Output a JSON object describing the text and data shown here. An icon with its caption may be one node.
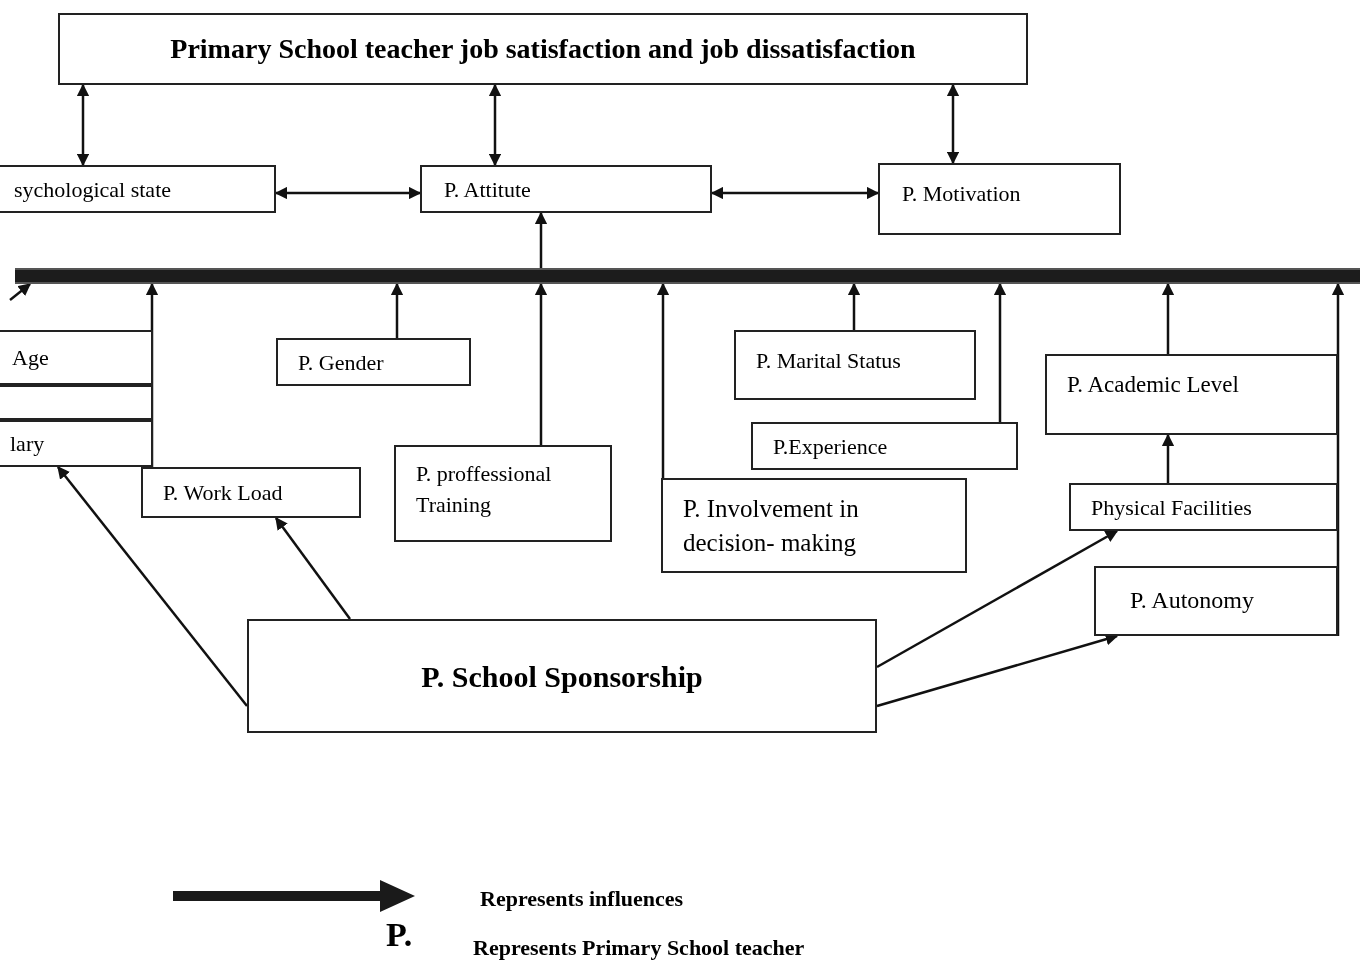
{
  "diagram": {
    "nodes": [
      {
        "text": [
          "Primary School teacher job satisfaction and job dissatisfaction"
        ]
      },
      {
        "text": [
          "sychological state"
        ]
      },
      {
        "text": [
          "P. Attitute"
        ]
      },
      {
        "text": [
          "P. Motivation"
        ]
      },
      {
        "text": [],
        "shape": "bar"
      },
      {
        "text": [
          "Age"
        ]
      },
      {
        "text": [],
        "shape": "box"
      },
      {
        "text": [
          "lary"
        ]
      },
      {
        "text": [
          "P. Gender"
        ]
      },
      {
        "text": [
          "P. Work Load"
        ]
      },
      {
        "text": [
          "P. proffessional Training"
        ]
      },
      {
        "text": [
          "P. Involvement in decision- making"
        ]
      },
      {
        "text": [
          "P. Marital Status"
        ]
      },
      {
        "text": [
          "P.Experience"
        ]
      },
      {
        "text": [
          "P. Academic Level"
        ]
      },
      {
        "text": [
          "Physical Facilities"
        ]
      },
      {
        "text": [
          "P. Autonomy"
        ]
      },
      {
        "text": [
          "P. School Sponsorship"
        ]
      }
    ],
    "edges": [
      {
        "from": 0,
        "to": 1,
        "arrow": "both"
      },
      {
        "from": 0,
        "to": 2,
        "arrow": "both"
      },
      {
        "from": 0,
        "to": 3,
        "arrow": "both"
      },
      {
        "from": 1,
        "to": 2,
        "arrow": "both"
      },
      {
        "from": 2,
        "to": 3,
        "arrow": "both"
      },
      {
        "from": 4,
        "to": 2,
        "arrow": "to"
      },
      {
        "from": null,
        "to": 4,
        "arrow": "to"
      },
      {
        "from": 9,
        "to": 4,
        "arrow": "to"
      },
      {
        "from": 8,
        "to": 4,
        "arrow": "to"
      },
      {
        "from": 10,
        "to": 4,
        "arrow": "to"
      },
      {
        "from": 11,
        "to": 4,
        "arrow": "to"
      },
      {
        "from": 12,
        "to": 4,
        "arrow": "to"
      },
      {
        "from": 13,
        "to": 4,
        "arrow": "to"
      },
      {
        "from": 14,
        "to": 4,
        "arrow": "to"
      },
      {
        "from": 15,
        "to": 14,
        "arrow": "to"
      },
      {
        "from": 16,
        "to": 4,
        "arrow": "to"
      },
      {
        "from": 17,
        "to": 7,
        "arrow": "to"
      },
      {
        "from": 17,
        "to": 9,
        "arrow": "to"
      },
      {
        "from": 17,
        "to": 15,
        "arrow": "to"
      },
      {
        "from": 17,
        "to": 16,
        "arrow": "to"
      }
    ],
    "labels": [
      "P."
    ],
    "legend": [
      {
        "text": "Represents influences"
      },
      {
        "text": "Represents Primary School teacher"
      }
    ]
  }
}
